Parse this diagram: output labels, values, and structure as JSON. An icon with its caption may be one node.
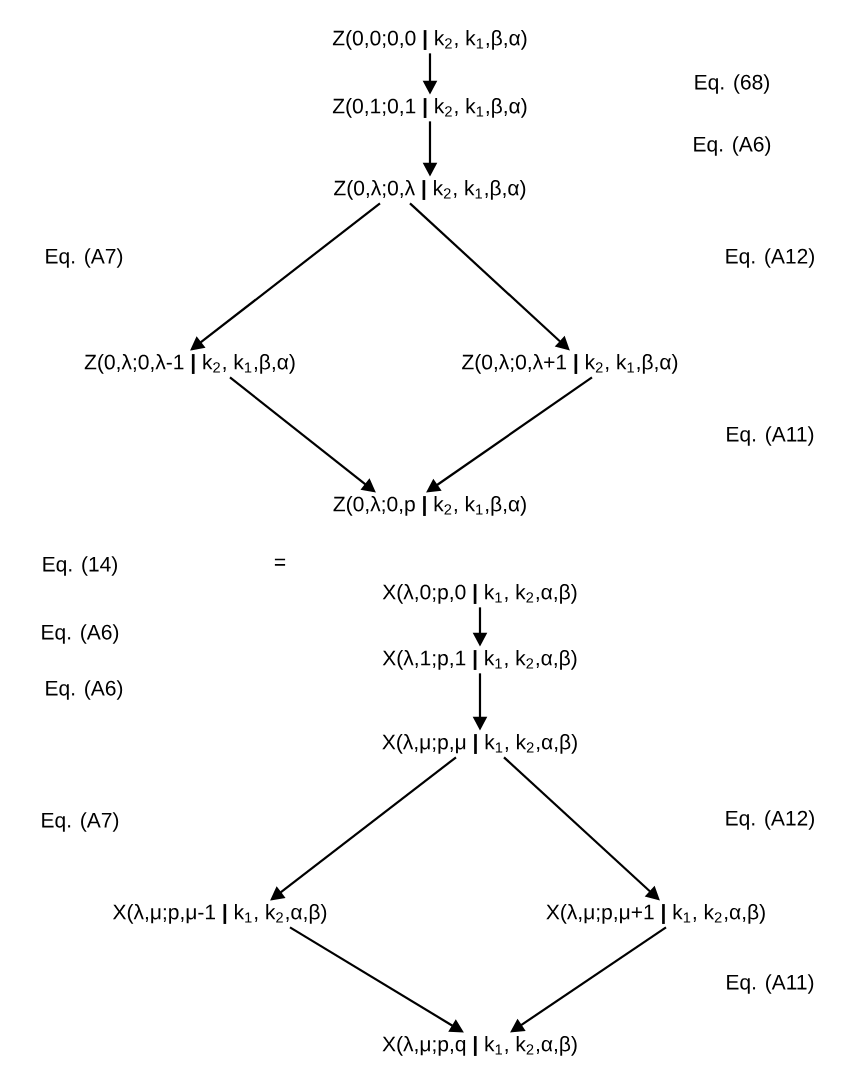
{
  "diagram": {
    "nodes": [
      {
        "text": [
          "Z(0,0;0,0 **|** k$_{2}$, k$_{1}$,β,α)"
        ]
      },
      {
        "text": [
          "Z(0,1;0,1 **|** k$_{2}$, k$_{1}$,β,α)"
        ]
      },
      {
        "text": [
          "Z(0,λ;0,λ **|** k$_{2}$, k$_{1}$,β,α)"
        ]
      },
      {
        "text": [
          "Z(0,λ;0,λ-1 **|** k$_{2}$, k$_{1}$,β,α)"
        ]
      },
      {
        "text": [
          "Z(0,λ;0,λ+1 **|** k$_{2}$, k$_{1}$,β,α)"
        ]
      },
      {
        "text": [
          "Z(0,λ;0,p **|** k$_{2}$, k$_{1}$,β,α)"
        ]
      },
      {
        "text": [
          "X(λ,0;p,0 **|** k$_{1}$, k$_{2}$,α,β)"
        ]
      },
      {
        "text": [
          "X(λ,1;p,1 **|** k$_{1}$, k$_{2}$,α,β)"
        ]
      },
      {
        "text": [
          "X(λ,μ;p,μ **|** k$_{1}$, k$_{2}$,α,β)"
        ]
      },
      {
        "text": [
          "X(λ,μ;p,μ-1 **|** k$_{1}$, k$_{2}$,α,β)"
        ]
      },
      {
        "text": [
          "X(λ,μ;p,μ+1 **|** k$_{1}$, k$_{2}$,α,β)"
        ]
      },
      {
        "text": [
          "X(λ,μ;p,q **|** k$_{1}$, k$_{2}$,α,β)"
        ]
      }
    ],
    "edges": [
      {
        "from": 0,
        "to": 1,
        "arrow": "to"
      },
      {
        "from": 1,
        "to": 2,
        "arrow": "to"
      },
      {
        "from": 2,
        "to": 3,
        "arrow": "to"
      },
      {
        "from": 2,
        "to": 4,
        "arrow": "to"
      },
      {
        "from": 3,
        "to": 5,
        "arrow": "to"
      },
      {
        "from": 4,
        "to": 5,
        "arrow": "to"
      },
      {
        "from": 6,
        "to": 7,
        "arrow": "to"
      },
      {
        "from": 7,
        "to": 8,
        "arrow": "to"
      },
      {
        "from": 8,
        "to": 9,
        "arrow": "to"
      },
      {
        "from": 8,
        "to": 10,
        "arrow": "to"
      },
      {
        "from": 9,
        "to": 11,
        "arrow": "to"
      },
      {
        "from": 10,
        "to": 11,
        "arrow": "to"
      }
    ],
    "labels": [
      "Eq. (68)",
      "Eq. (A6)",
      "Eq. (A7)",
      "Eq. (A12)",
      "Eq. (A11)",
      "Eq. (14)",
      "=",
      "Eq. (A6)",
      "Eq. (A6)",
      "Eq. (A7)",
      "Eq. (A12)",
      "Eq. (A11)"
    ]
  }
}
